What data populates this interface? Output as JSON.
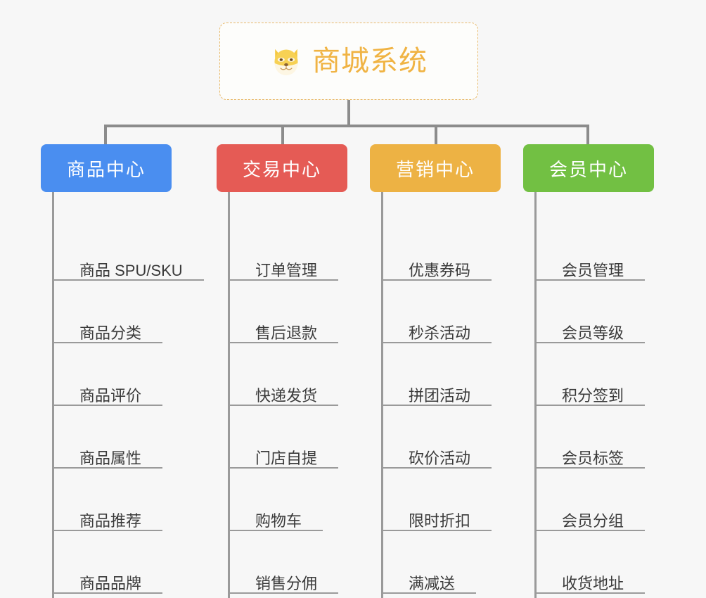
{
  "root": {
    "title": "商城系统",
    "icon": "shiba-dog-face-icon",
    "border_color": "#e8b96a",
    "text_color": "#f0b343",
    "background": "#fdfdfb"
  },
  "page": {
    "background": "#f7f7f7",
    "connector_color": "#8c8c8c"
  },
  "columns": [
    {
      "header": "商品中心",
      "color": "#4a8ef0",
      "items": [
        "商品 SPU/SKU",
        "商品分类",
        "商品评价",
        "商品属性",
        "商品推荐",
        "商品品牌"
      ]
    },
    {
      "header": "交易中心",
      "color": "#e55b55",
      "items": [
        "订单管理",
        "售后退款",
        "快递发货",
        "门店自提",
        "购物车",
        "销售分佣"
      ]
    },
    {
      "header": "营销中心",
      "color": "#edb244",
      "items": [
        "优惠券码",
        "秒杀活动",
        "拼团活动",
        "砍价活动",
        "限时折扣",
        "满减送"
      ]
    },
    {
      "header": "会员中心",
      "color": "#72c043",
      "items": [
        "会员管理",
        "会员等级",
        "积分签到",
        "会员标签",
        "会员分组",
        "收货地址"
      ]
    }
  ]
}
